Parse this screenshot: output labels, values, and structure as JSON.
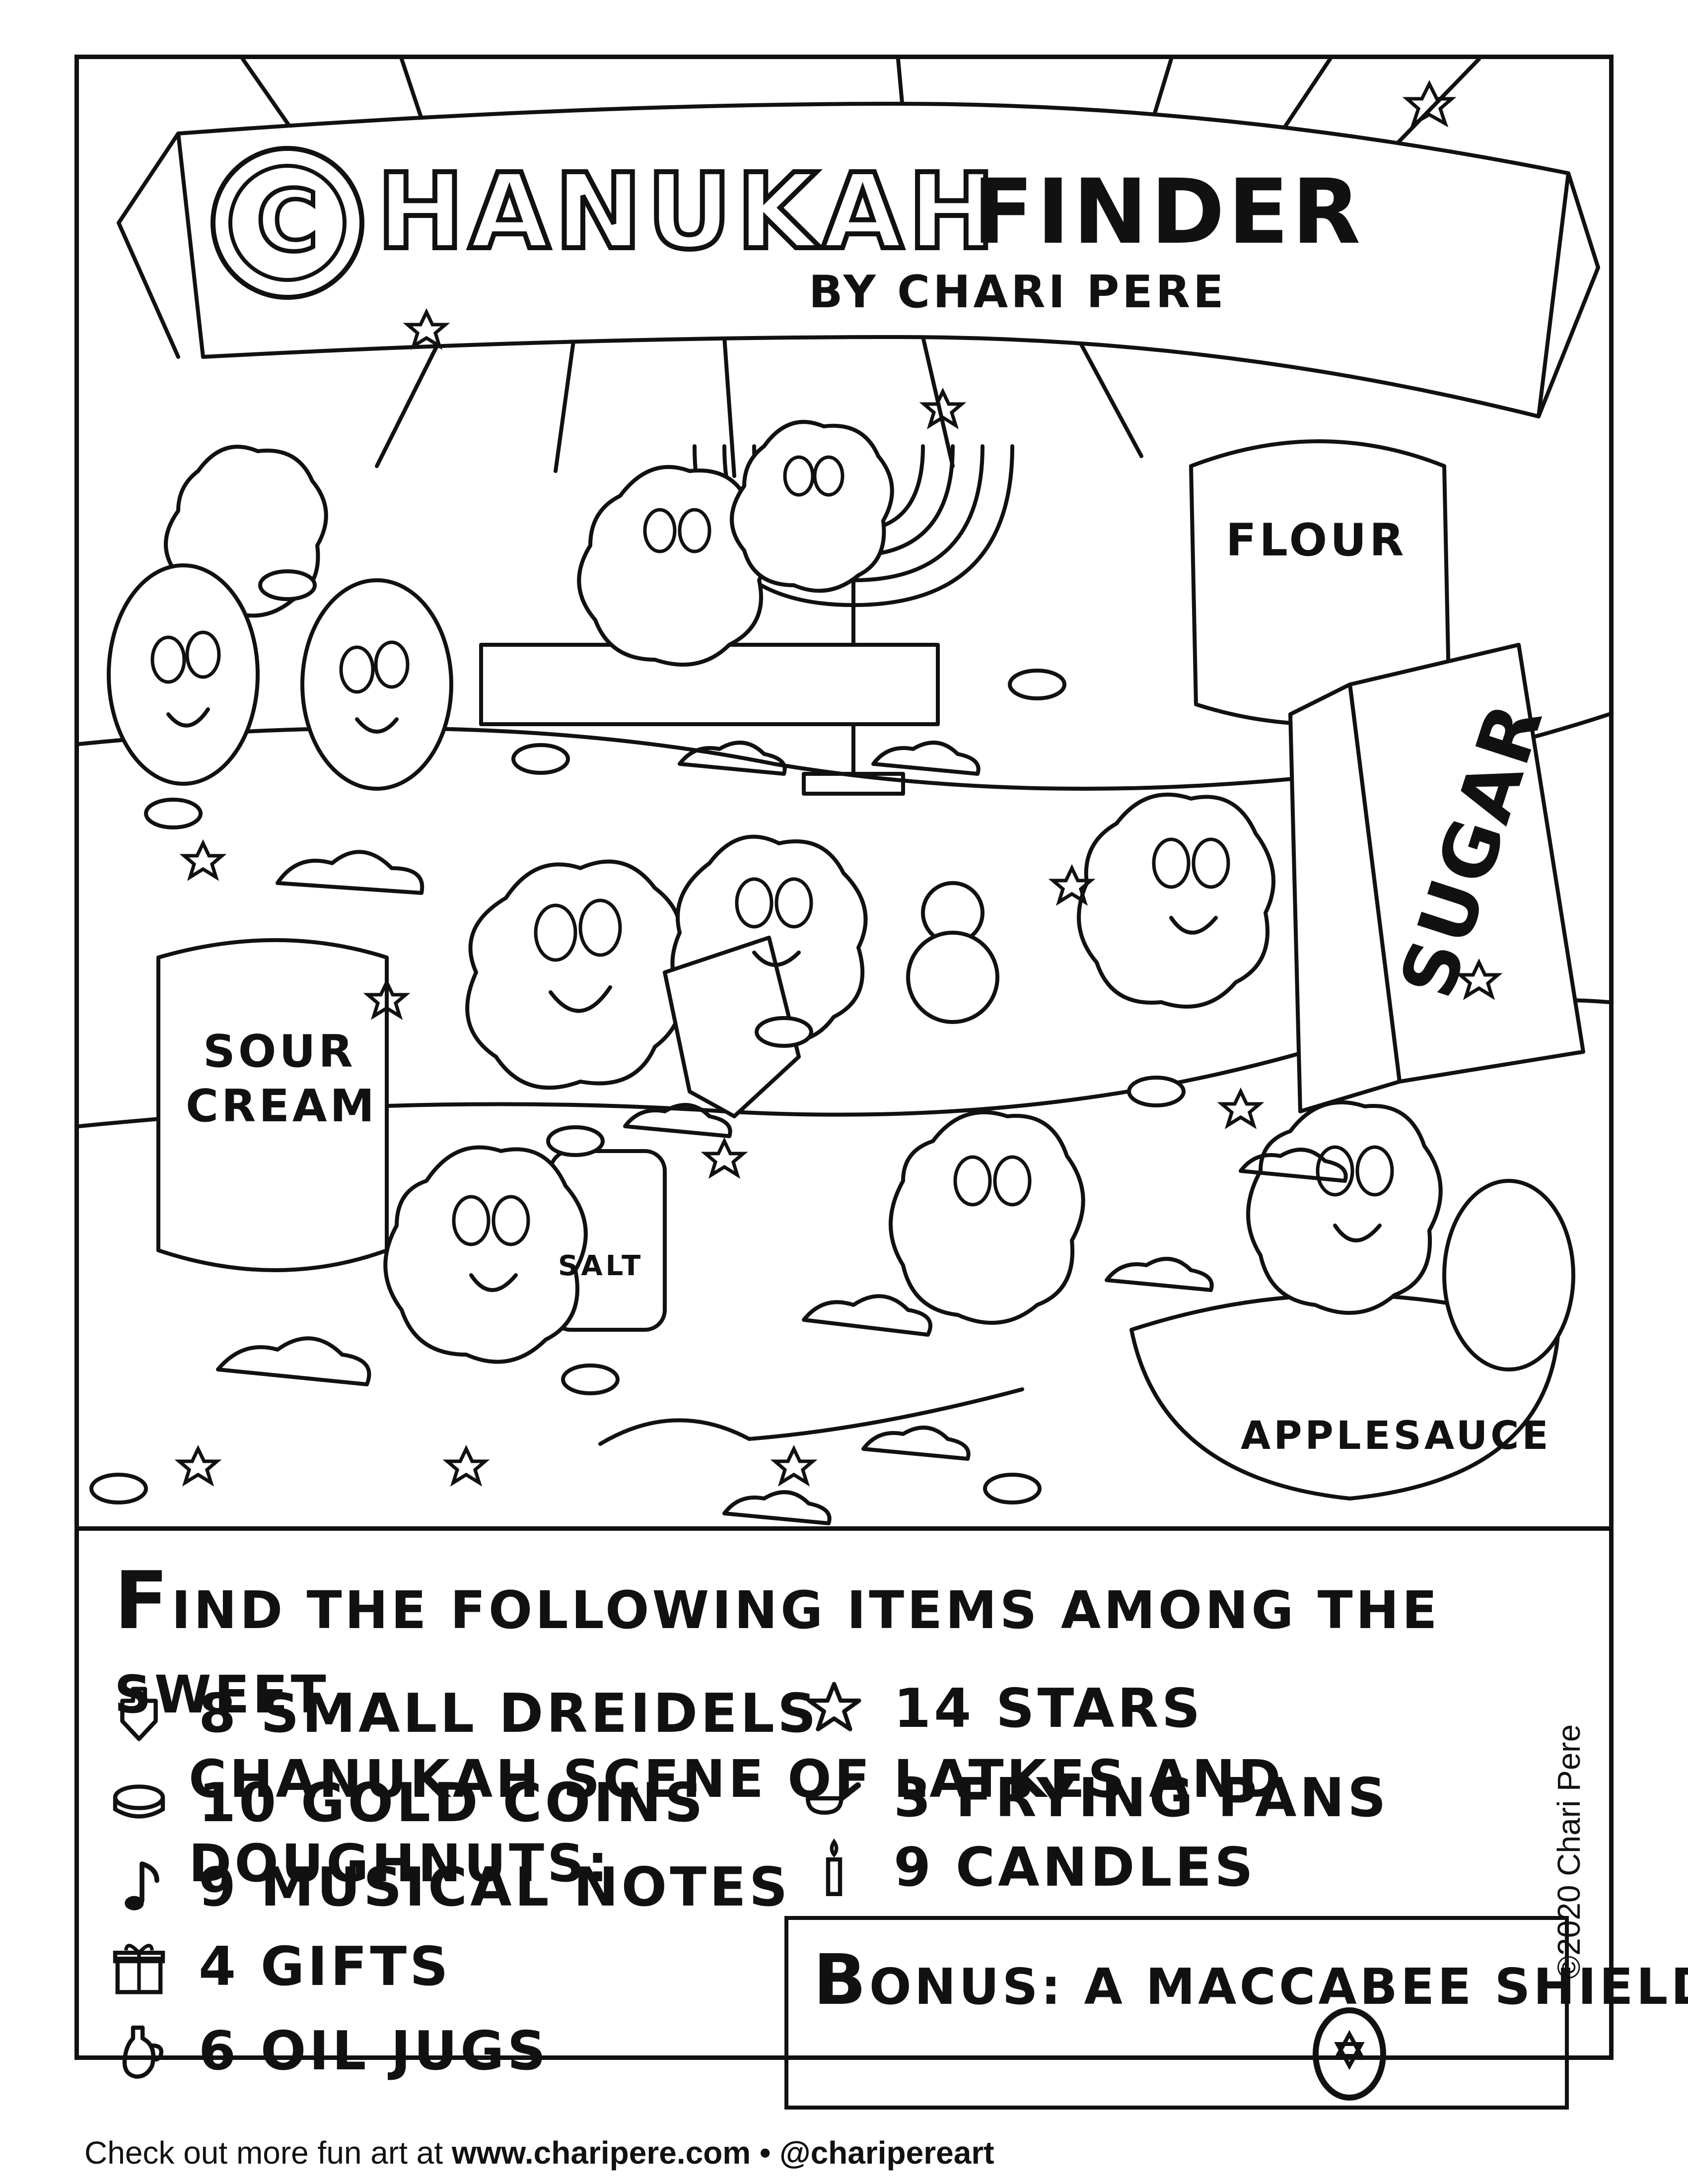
{
  "title": {
    "initial": "C",
    "rest_bold": "HANUKAH",
    "rest_light": "FINDER",
    "byline": "BY CHARI PERE"
  },
  "scene_labels": {
    "flour": "FLOUR",
    "sugar": "SUGAR",
    "sour_cream_1": "SOUR",
    "sour_cream_2": "CREAM",
    "salt": "SALT",
    "applesauce": "APPLESAUCE"
  },
  "instructions": {
    "initial": "F",
    "line1": "IND THE FOLLOWING ITEMS AMONG THE SWEET",
    "line2": "CHANUKAH  SCENE OF LATKES AND DOUGHNUTS:"
  },
  "items": [
    {
      "icon": "dreidel-icon",
      "label": "8 SMALL DREIDELS"
    },
    {
      "icon": "gold-coin-icon",
      "label": "10 GOLD COINS"
    },
    {
      "icon": "musical-note-icon",
      "label": "9 MUSICAL NOTES"
    },
    {
      "icon": "gift-icon",
      "label": "4 GIFTS"
    },
    {
      "icon": "oil-jug-icon",
      "label": "6 OIL JUGS"
    },
    {
      "icon": "star-icon",
      "label": "14 STARS"
    },
    {
      "icon": "frying-pan-icon",
      "label": "3 FRYING PANS"
    },
    {
      "icon": "candle-icon",
      "label": "9 CANDLES"
    }
  ],
  "bonus": {
    "initial": "B",
    "text": "ONUS:  A MACCABEE SHIELD",
    "icon": "maccabee-shield-icon"
  },
  "copyright": "©2020 Chari Pere",
  "footer": {
    "prefix": "Check out more fun art at ",
    "site": "www.charipere.com",
    "separator": " • ",
    "handle": "@charipereart"
  }
}
